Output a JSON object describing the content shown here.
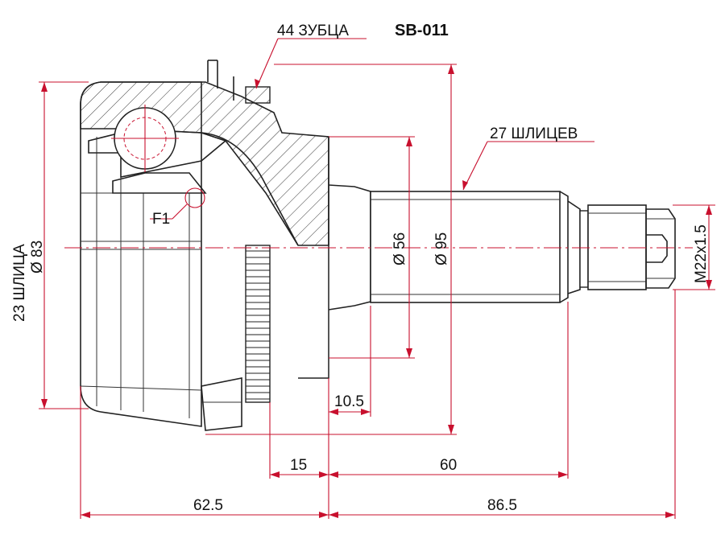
{
  "part_number": "SB-011",
  "labels": {
    "teeth": "44 ЗУБЦА",
    "splines_outer": "27 ШЛИЦЕВ",
    "splines_inner": "23 ШЛИЦА",
    "thread": "M22x1.5",
    "f1": "F1"
  },
  "dimensions": {
    "dia_83": "Ø 83",
    "dia_56": "Ø 56",
    "dia_95": "Ø 95",
    "len_10_5": "10.5",
    "len_15": "15",
    "len_60": "60",
    "len_62_5": "62.5",
    "len_86_5": "86.5"
  },
  "colors": {
    "dimension_lines": "#c8102e",
    "outline": "#222222"
  }
}
